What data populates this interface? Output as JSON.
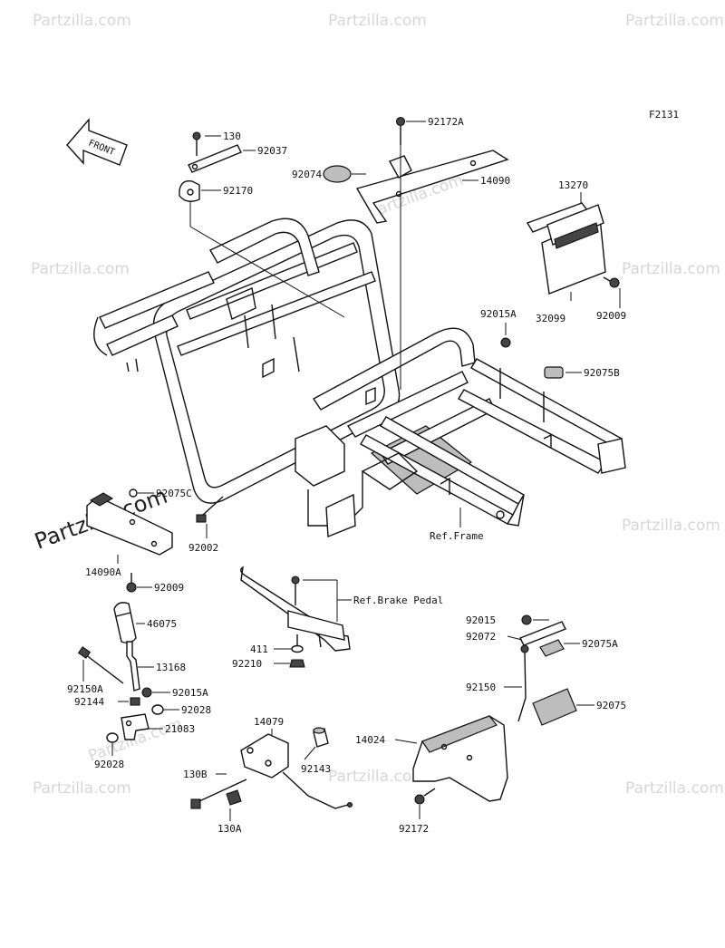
{
  "diagram_code": "F2131",
  "front_label": "FRONT",
  "watermark": "Partzilla.com",
  "watermark_main": "Partzilla.com",
  "labels": {
    "p130": "130",
    "p92037": "92037",
    "p92170": "92170",
    "p92172A": "92172A",
    "p92074": "92074",
    "p14090": "14090",
    "p13270": "13270",
    "p92009_top": "92009",
    "p32099": "32099",
    "p92015A_top": "92015A",
    "p92075B": "92075B",
    "p92075C": "92075C",
    "p92002": "92002",
    "ref_frame": "Ref.Frame",
    "p14090A": "14090A",
    "p92009_left": "92009",
    "ref_brake": "Ref.Brake Pedal",
    "p46075": "46075",
    "p13168": "13168",
    "p92150A": "92150A",
    "p92015A_left": "92015A",
    "p92144": "92144",
    "p92028_a": "92028",
    "p21083": "21083",
    "p92028_b": "92028",
    "p411": "411",
    "p92210": "92210",
    "p92015": "92015",
    "p92072": "92072",
    "p92075A": "92075A",
    "p92150": "92150",
    "p92075": "92075",
    "p14079": "14079",
    "p92143": "92143",
    "p130B": "130B",
    "p130A": "130A",
    "p14024": "14024",
    "p92172": "92172"
  }
}
